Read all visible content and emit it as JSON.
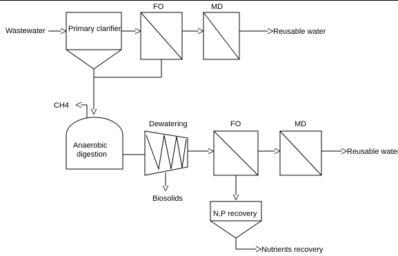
{
  "labels": {
    "wastewater": "Wastewater",
    "primary_clarifier": "Primary clarifier",
    "fo_top": "FO",
    "md_top": "MD",
    "reusable_water_top": "Reusable water",
    "ch4": "CH4",
    "anaerobic": "Anaerobic",
    "digestion": "digestion",
    "dewatering": "Dewatering",
    "biosolids": "Biosolids",
    "fo_bottom": "FO",
    "md_bottom": "MD",
    "reusable_water_bottom": "Reusable water",
    "np_recovery": "N,P recovery",
    "nutrients_recovery": "Nutrients recovery"
  }
}
